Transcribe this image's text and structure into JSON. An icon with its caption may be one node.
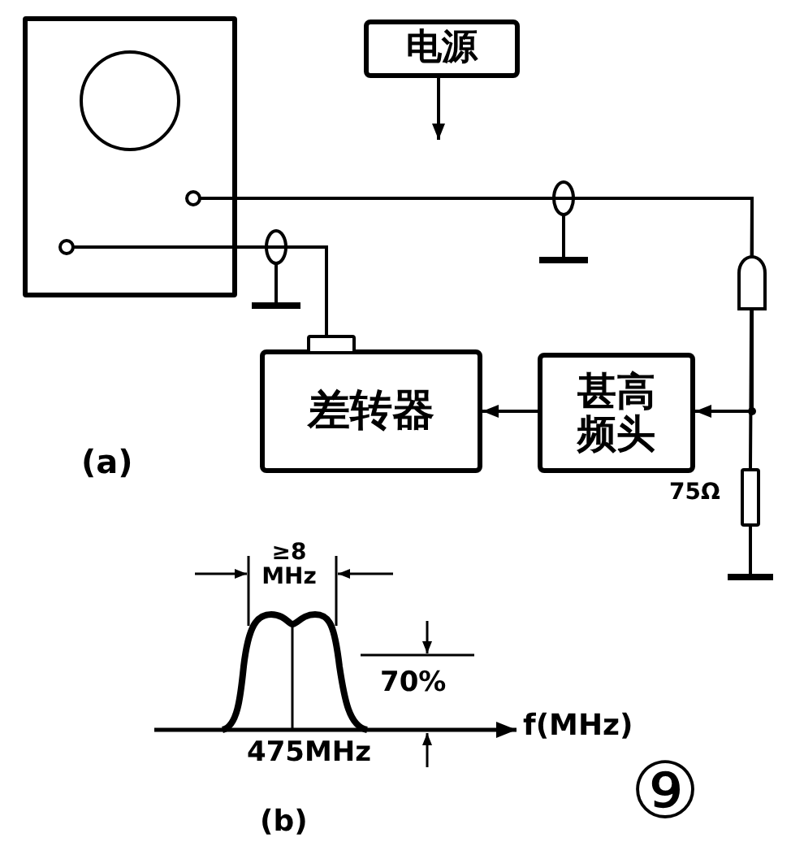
{
  "diagram": {
    "nodes": [
      {
        "text": [],
        "shape": "box"
      },
      {
        "text": [
          "电源"
        ]
      },
      {
        "text": [
          "差转器"
        ]
      },
      {
        "text": [
          "甚高频头"
        ]
      },
      {
        "text": [],
        "shape": "box",
        "beside": [
          "75Ω"
        ]
      }
    ],
    "edges": [
      {
        "from": 1,
        "to": null,
        "arrow": "to"
      },
      {
        "from": 0,
        "to": 3,
        "arrow": "to"
      },
      {
        "from": 0,
        "to": 4,
        "arrow": "none"
      },
      {
        "from": 3,
        "to": 2,
        "arrow": "to"
      },
      {
        "from": 2,
        "to": 0,
        "arrow": "none"
      }
    ],
    "labels": [
      "(a)",
      "≥8 MHz",
      "70%",
      "f(MHz)",
      "475MHz",
      "(b)",
      "⑨"
    ]
  }
}
